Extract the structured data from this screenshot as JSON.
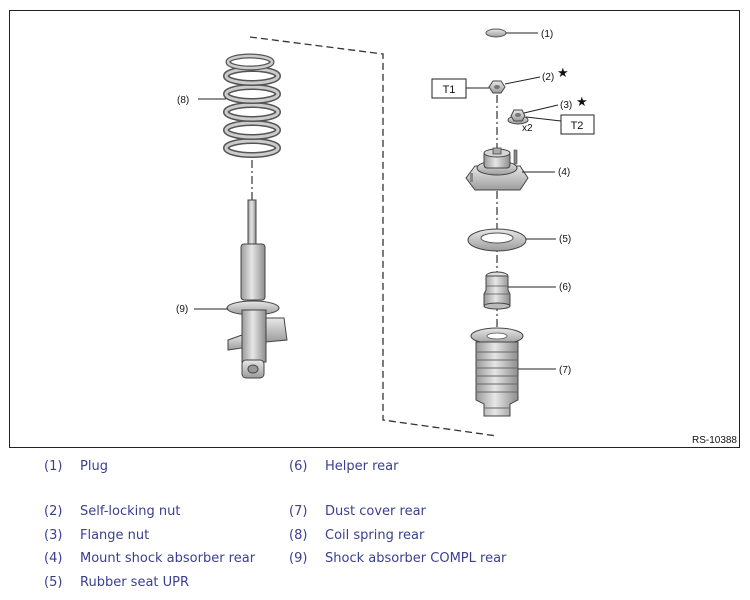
{
  "figure": {
    "ref_code": "RS-10388",
    "callouts": {
      "c1": "(1)",
      "c2": "(2)",
      "c3": "(3)",
      "c4": "(4)",
      "c5": "(5)",
      "c6": "(6)",
      "c7": "(7)",
      "c8": "(8)",
      "c9": "(9)"
    },
    "star": "★",
    "torque_labels": {
      "t1": "T1",
      "t2": "T2"
    },
    "quantity_x2": "x2"
  },
  "legend": [
    {
      "num": "(1)",
      "label": "Plug"
    },
    {
      "num": "(2)",
      "label": "Self-locking nut"
    },
    {
      "num": "(3)",
      "label": "Flange nut"
    },
    {
      "num": "(4)",
      "label": "Mount shock absorber rear"
    },
    {
      "num": "(5)",
      "label": "Rubber seat UPR"
    },
    {
      "num": "(6)",
      "label": "Helper rear"
    },
    {
      "num": "(7)",
      "label": "Dust cover rear"
    },
    {
      "num": "(8)",
      "label": "Coil spring rear"
    },
    {
      "num": "(9)",
      "label": "Shock absorber COMPL rear"
    }
  ],
  "colors": {
    "legend_text": "#3a3f8f",
    "part_fill": "#d9d9d9",
    "outline": "#333333"
  }
}
